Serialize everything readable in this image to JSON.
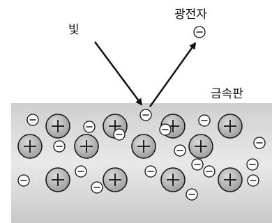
{
  "labels": {
    "light": "빛",
    "photoelectron": "광전자",
    "metal_plate": "금속판"
  },
  "colors": {
    "plate_top": "#cfcfcf",
    "plate_mid": "#e9e9e9",
    "plate_bottom": "#c9c9c9",
    "ion_fill": "#9a9a9a",
    "electron_fill": "#ffffff",
    "stroke": "#111111"
  },
  "particles": {
    "ions": [
      {
        "row": 1,
        "col": 1
      },
      {
        "row": 1,
        "col": 2
      },
      {
        "row": 1,
        "col": 3
      },
      {
        "row": 1,
        "col": 4
      },
      {
        "row": 2,
        "col": 1
      },
      {
        "row": 2,
        "col": 2
      },
      {
        "row": 2,
        "col": 3
      },
      {
        "row": 2,
        "col": 4
      },
      {
        "row": 3,
        "col": 1
      },
      {
        "row": 3,
        "col": 2
      },
      {
        "row": 3,
        "col": 3
      },
      {
        "row": 3,
        "col": 4
      }
    ],
    "electron_count_in_plate": 19,
    "emitted_electrons": 1
  }
}
